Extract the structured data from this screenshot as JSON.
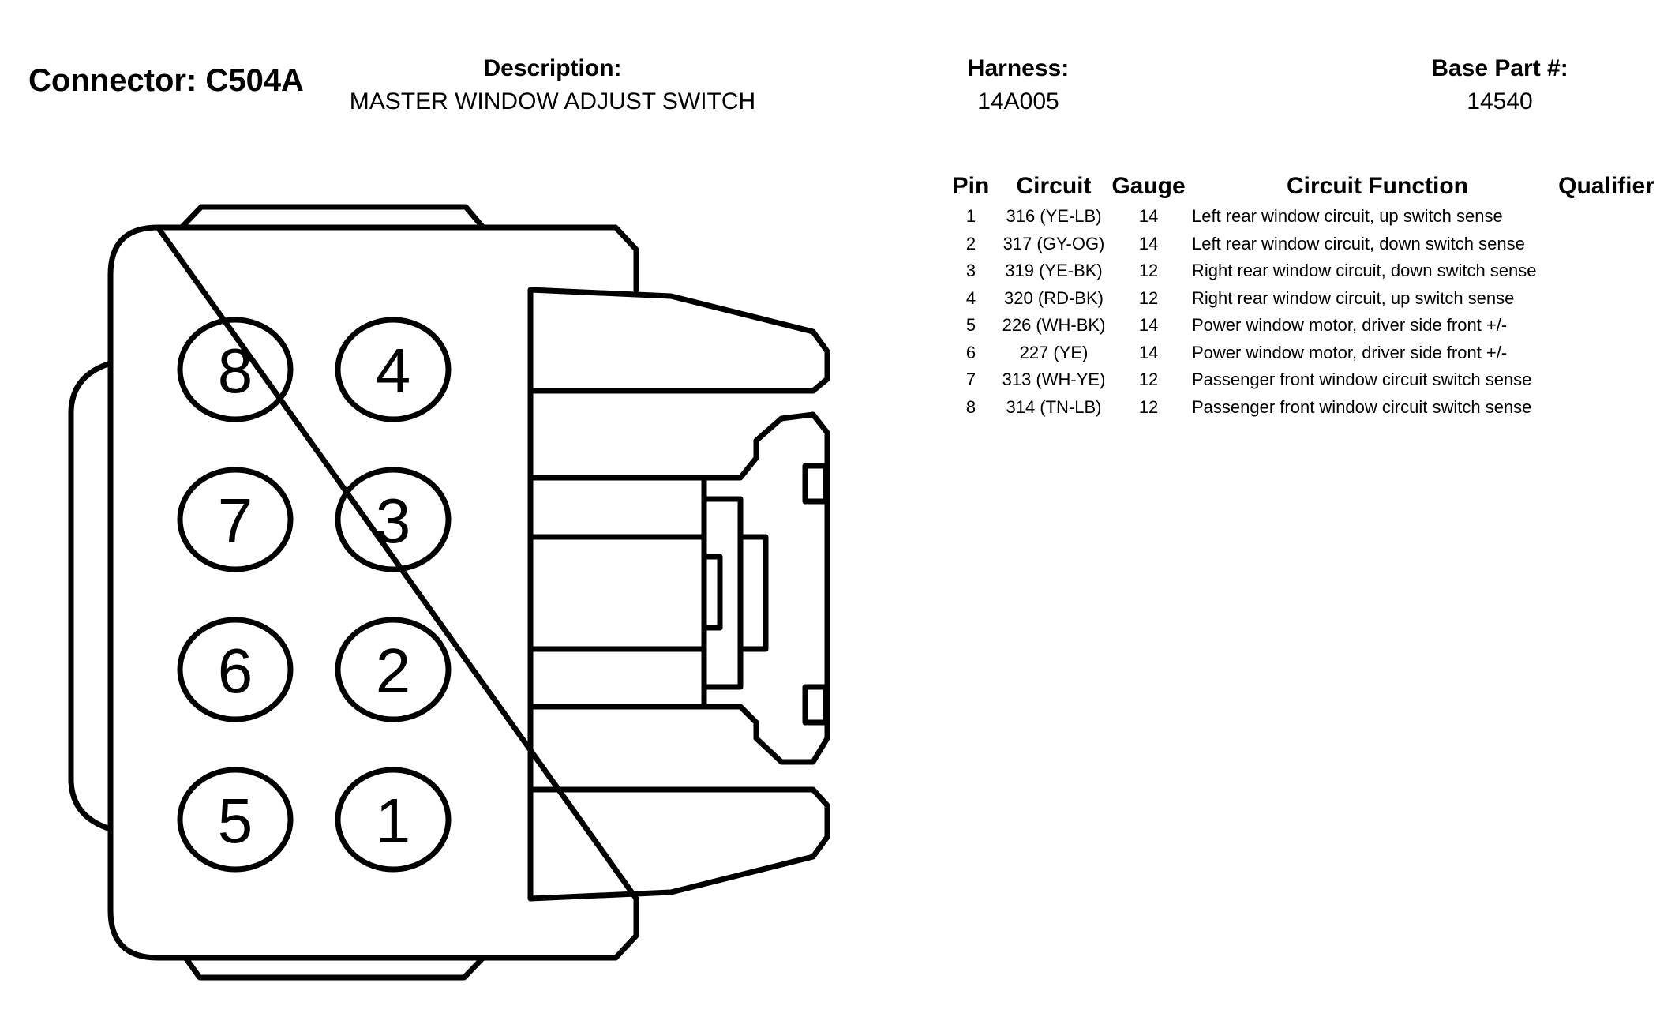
{
  "connector": {
    "title": "Connector: C504A"
  },
  "description": {
    "label": "Description:",
    "value": "MASTER WINDOW ADJUST SWITCH"
  },
  "harness": {
    "label": "Harness:",
    "value": "14A005"
  },
  "base_part": {
    "label": "Base Part #:",
    "value": "14540"
  },
  "table": {
    "headers": {
      "pin": "Pin",
      "circuit": "Circuit",
      "gauge": "Gauge",
      "function": "Circuit Function",
      "qualifier": "Qualifier"
    },
    "rows": [
      {
        "pin": "1",
        "circuit": "316 (YE-LB)",
        "gauge": "14",
        "function": "Left rear window circuit, up switch sense",
        "qualifier": ""
      },
      {
        "pin": "2",
        "circuit": "317 (GY-OG)",
        "gauge": "14",
        "function": "Left rear window circuit, down switch sense",
        "qualifier": ""
      },
      {
        "pin": "3",
        "circuit": "319 (YE-BK)",
        "gauge": "12",
        "function": "Right rear window circuit, down switch sense",
        "qualifier": ""
      },
      {
        "pin": "4",
        "circuit": "320 (RD-BK)",
        "gauge": "12",
        "function": "Right rear window circuit, up switch sense",
        "qualifier": ""
      },
      {
        "pin": "5",
        "circuit": "226 (WH-BK)",
        "gauge": "14",
        "function": "Power window motor, driver side front +/-",
        "qualifier": ""
      },
      {
        "pin": "6",
        "circuit": "227 (YE)",
        "gauge": "14",
        "function": "Power window motor, driver side front +/-",
        "qualifier": ""
      },
      {
        "pin": "7",
        "circuit": "313 (WH-YE)",
        "gauge": "12",
        "function": "Passenger front window circuit switch sense",
        "qualifier": ""
      },
      {
        "pin": "8",
        "circuit": "314 (TN-LB)",
        "gauge": "12",
        "function": "Passenger front window circuit switch sense",
        "qualifier": ""
      }
    ]
  },
  "diagram": {
    "pins": {
      "p8": "8",
      "p4": "4",
      "p7": "7",
      "p3": "3",
      "p6": "6",
      "p2": "2",
      "p5": "5",
      "p1": "1"
    }
  }
}
